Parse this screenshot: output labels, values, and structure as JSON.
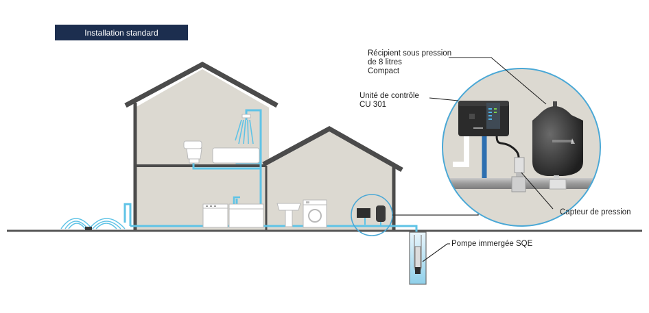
{
  "title": "Installation standard",
  "colors": {
    "banner": "#1c2e4f",
    "house_fill": "#dcd9d1",
    "roof": "#4b4b4b",
    "pipe": "#5fc3e6",
    "ground": "#555555",
    "equipment": "#3b3b3b",
    "tank": "#3a3a3a"
  },
  "labels": {
    "tank": [
      "Récipient sous pression",
      "de 8 litres",
      "Compact"
    ],
    "control_unit": [
      "Unité de contrôle",
      "CU 301"
    ],
    "sensor": "Capteur de pression",
    "pump": "Pompe immergée SQE"
  },
  "icons": [
    "shower-icon",
    "toilet-icon",
    "bathtub-icon",
    "dishwasher-icon",
    "kitchen-sink-icon",
    "washbasin-icon",
    "washing-machine-icon",
    "sprinkler-icon",
    "control-unit-icon",
    "pressure-tank-icon",
    "pressure-sensor-icon",
    "submersible-pump-icon"
  ]
}
